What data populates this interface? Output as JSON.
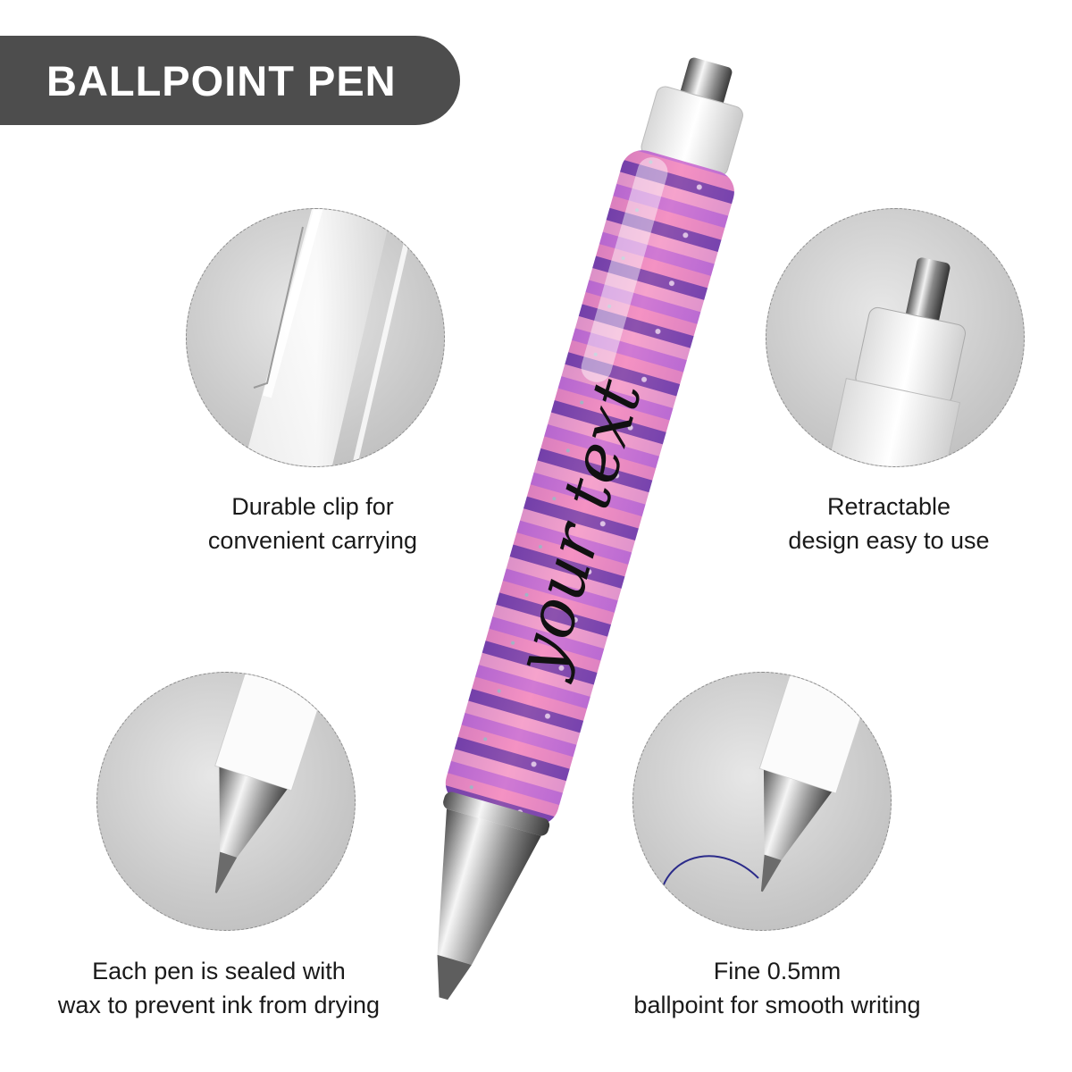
{
  "banner": {
    "title": "BALLPOINT PEN"
  },
  "features": [
    {
      "caption_line1": "Durable clip for",
      "caption_line2": "convenient carrying",
      "icon": "pen-clip-detail"
    },
    {
      "caption_line1": "Retractable",
      "caption_line2": "design easy to use",
      "icon": "pen-plunger-detail"
    },
    {
      "caption_line1": "Each pen is sealed with",
      "caption_line2": "wax to prevent ink from drying",
      "icon": "pen-tip-detail"
    },
    {
      "caption_line1": "Fine 0.5mm",
      "caption_line2": "ballpoint for smooth writing",
      "icon": "pen-ballpoint-detail"
    }
  ],
  "pen": {
    "barrel_text": "your text",
    "colors": {
      "pink": "#f28fc0",
      "light_pink": "#f7a9c9",
      "purple": "#6a3aa3",
      "lilac": "#c66fd6"
    }
  },
  "colors": {
    "banner": "#4d4d4d",
    "text": "#1a1a1a"
  }
}
